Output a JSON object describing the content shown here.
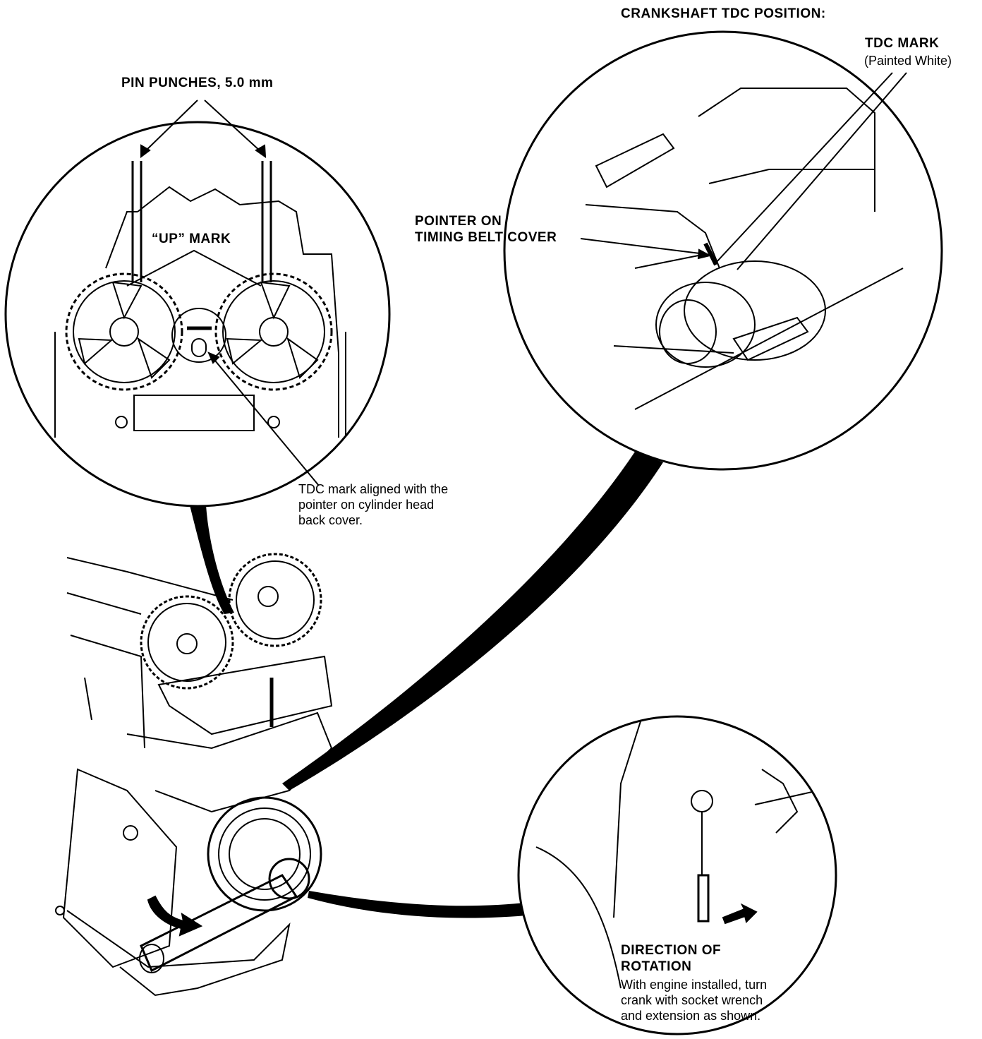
{
  "labels": {
    "crankshaft_tdc_position": "CRANKSHAFT TDC POSITION:",
    "tdc_mark": "TDC MARK",
    "painted_white": "(Painted White)",
    "pin_punches": "PIN PUNCHES, 5.0 mm",
    "up_mark": "“UP” MARK",
    "pointer_line1": "POINTER ON",
    "pointer_line2": "TIMING BELT COVER",
    "tdc_aligned_line1": "TDC mark aligned with the",
    "tdc_aligned_line2": "pointer on cylinder head",
    "tdc_aligned_line3": "back cover.",
    "direction_line1": "DIRECTION OF",
    "direction_line2": "ROTATION",
    "engine_installed_line1": "With engine installed, turn",
    "engine_installed_line2": "crank with socket wrench",
    "engine_installed_line3": "and extension as shown."
  },
  "colors": {
    "ink": "#000000",
    "paper": "#ffffff"
  }
}
